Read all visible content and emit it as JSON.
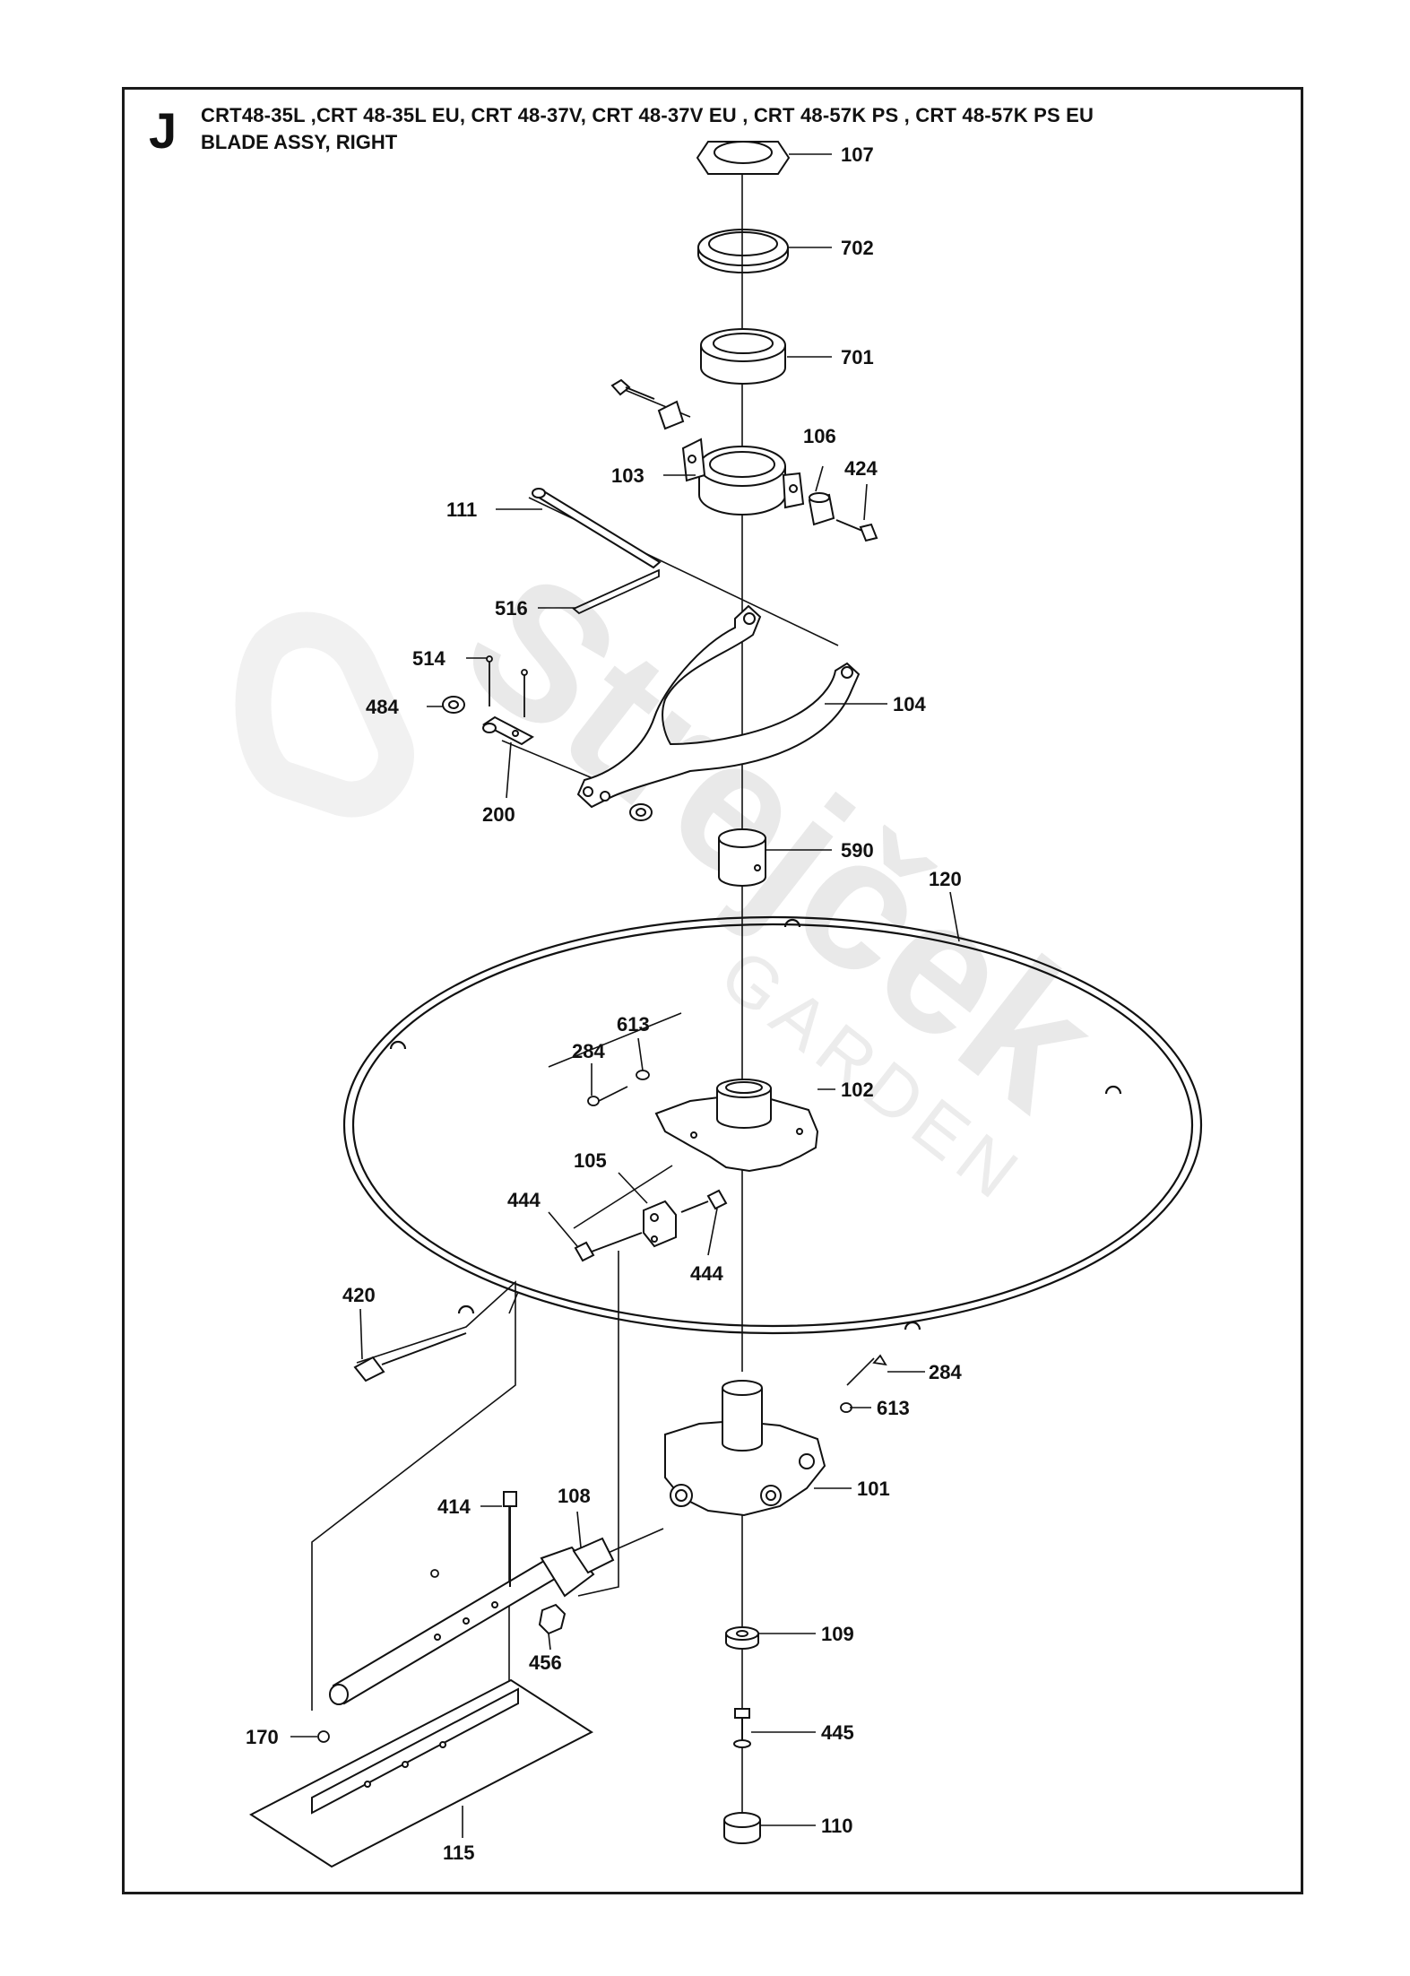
{
  "section_letter": "J",
  "models": "CRT48-35L ,CRT 48-35L EU, CRT 48-37V, CRT 48-37V EU , CRT 48-57K PS , CRT 48-57K PS EU",
  "assembly_title": "BLADE ASSY, RIGHT",
  "watermark": {
    "brand": "Strejček",
    "sub": "GARDEN"
  },
  "callouts": {
    "c107": "107",
    "c702": "702",
    "c701": "701",
    "c103": "103",
    "c106": "106",
    "c424": "424",
    "c111": "111",
    "c516": "516",
    "c514": "514",
    "c484": "484",
    "c104": "104",
    "c200": "200",
    "c590": "590",
    "c120": "120",
    "c613a": "613",
    "c284a": "284",
    "c102": "102",
    "c105": "105",
    "c444a": "444",
    "c444b": "444",
    "c420": "420",
    "c284b": "284",
    "c613b": "613",
    "c101": "101",
    "c414": "414",
    "c108": "108",
    "c456": "456",
    "c109": "109",
    "c445": "445",
    "c170": "170",
    "c115": "115",
    "c110": "110"
  }
}
